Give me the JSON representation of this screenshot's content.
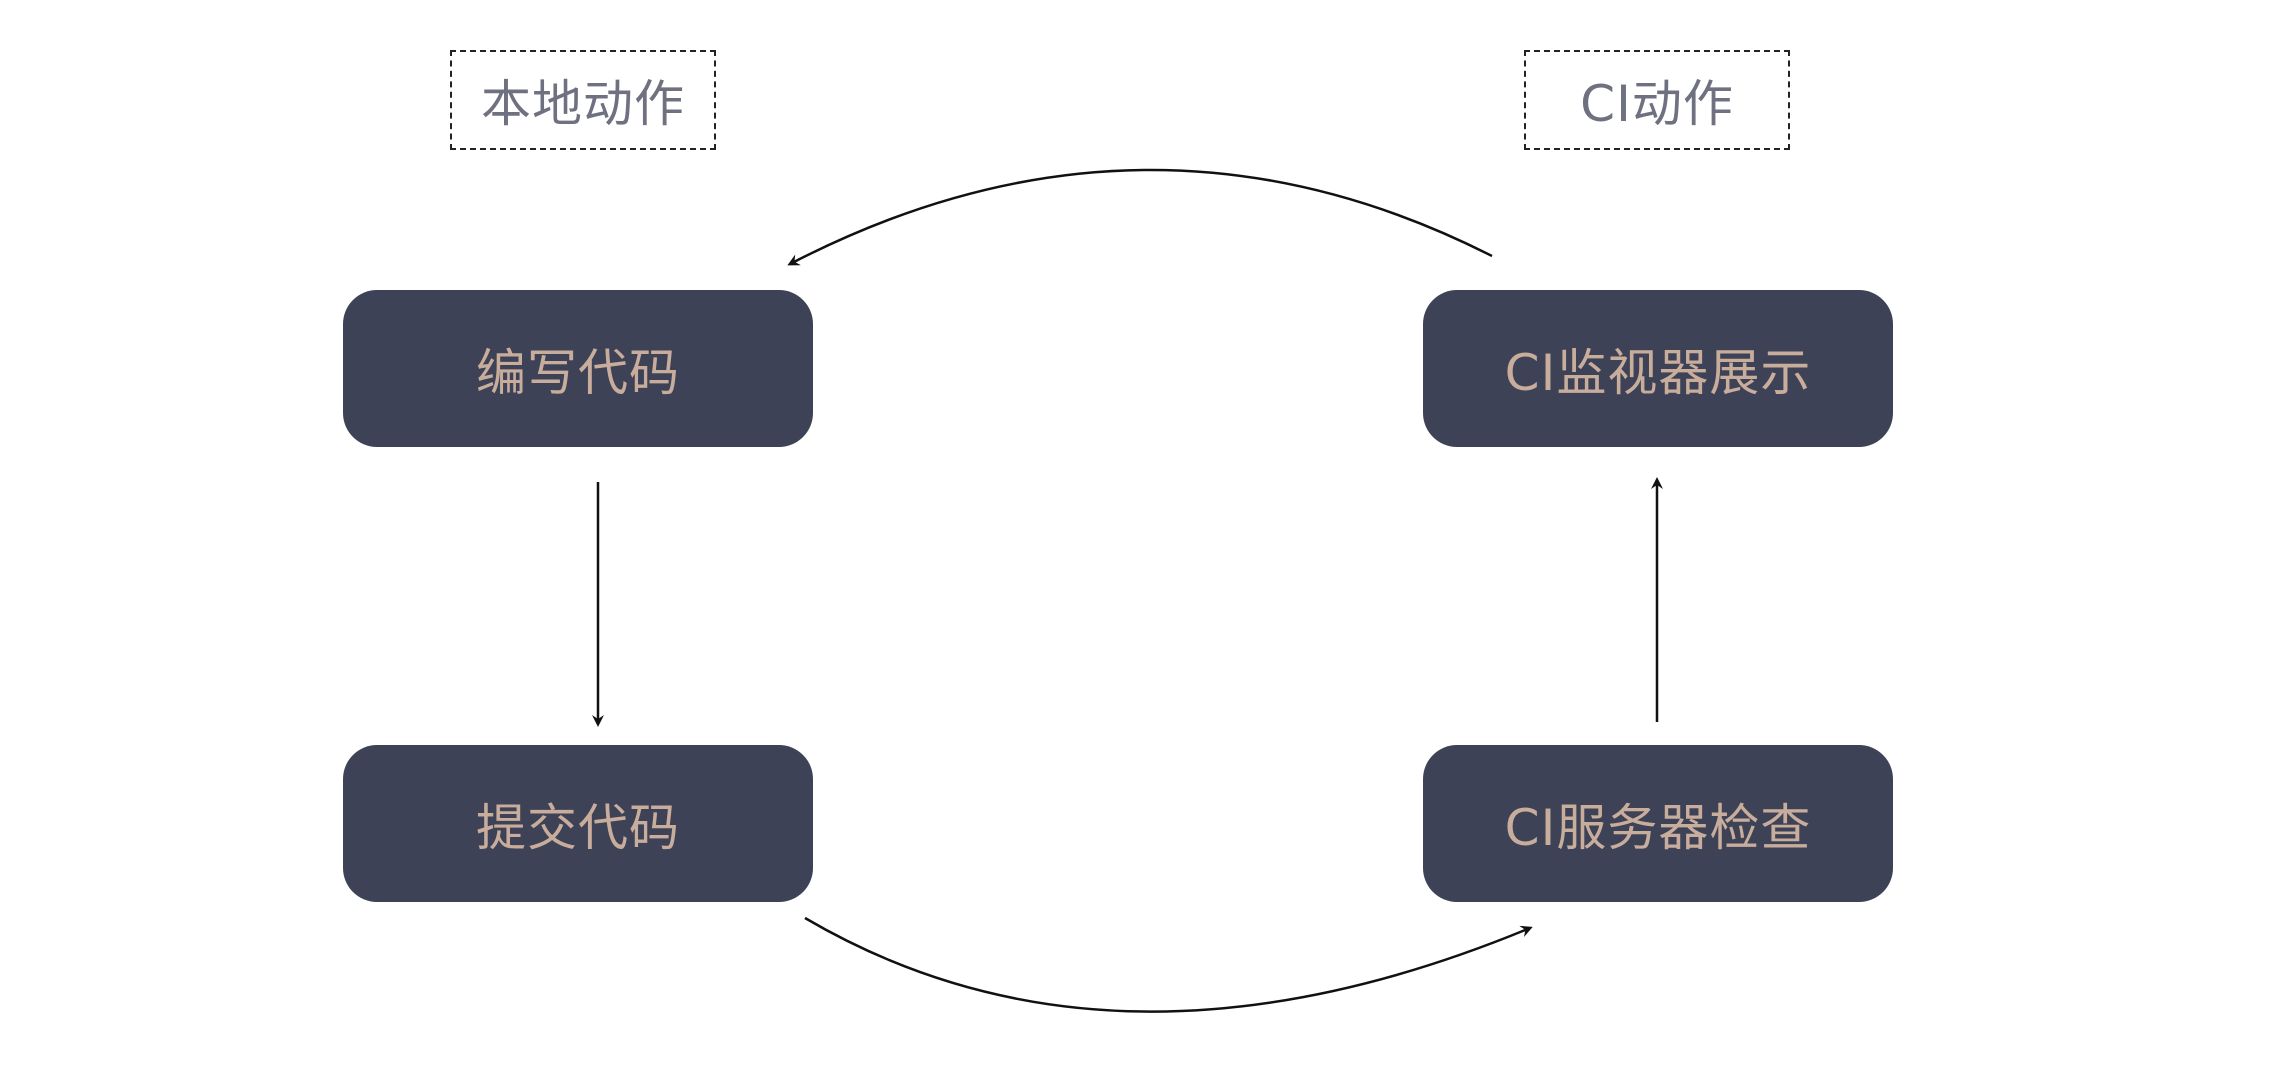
{
  "labels": {
    "local": "本地动作",
    "ci": "CI动作"
  },
  "nodes": {
    "write_code": "编写代码",
    "commit_code": "提交代码",
    "ci_check": "CI服务器检查",
    "ci_monitor": "CI监视器展示"
  },
  "colors": {
    "node_fill": "#3d4256",
    "node_text": "#c8ad9c",
    "label_text": "#6f7180",
    "arrow": "#111111"
  },
  "edges": [
    {
      "from": "write_code",
      "to": "commit_code"
    },
    {
      "from": "commit_code",
      "to": "ci_check"
    },
    {
      "from": "ci_check",
      "to": "ci_monitor"
    },
    {
      "from": "ci_monitor",
      "to": "write_code"
    }
  ]
}
